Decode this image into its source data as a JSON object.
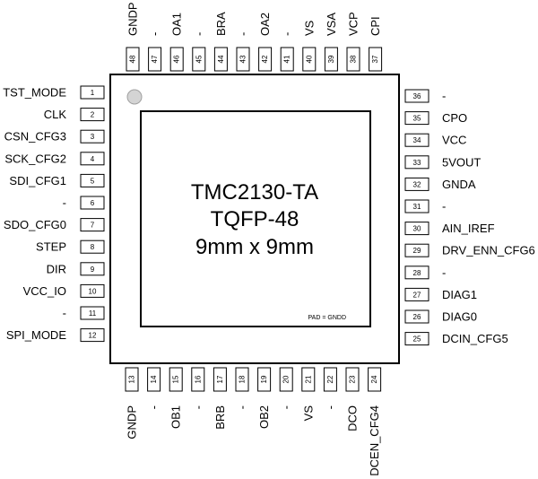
{
  "chip": {
    "title_line1": "TMC2130-TA",
    "title_line2": "TQFP-48",
    "title_line3": "9mm x 9mm",
    "pad_label": "PAD = GNDD"
  },
  "pins": {
    "left": [
      {
        "num": "1",
        "name": "TST_MODE"
      },
      {
        "num": "2",
        "name": "CLK"
      },
      {
        "num": "3",
        "name": "CSN_CFG3"
      },
      {
        "num": "4",
        "name": "SCK_CFG2"
      },
      {
        "num": "5",
        "name": "SDI_CFG1"
      },
      {
        "num": "6",
        "name": "-"
      },
      {
        "num": "7",
        "name": "SDO_CFG0"
      },
      {
        "num": "8",
        "name": "STEP"
      },
      {
        "num": "9",
        "name": "DIR"
      },
      {
        "num": "10",
        "name": "VCC_IO"
      },
      {
        "num": "11",
        "name": "-"
      },
      {
        "num": "12",
        "name": "SPI_MODE"
      }
    ],
    "bottom": [
      {
        "num": "13",
        "name": "GNDP"
      },
      {
        "num": "14",
        "name": "-"
      },
      {
        "num": "15",
        "name": "OB1"
      },
      {
        "num": "16",
        "name": "-"
      },
      {
        "num": "17",
        "name": "BRB"
      },
      {
        "num": "18",
        "name": "-"
      },
      {
        "num": "19",
        "name": "OB2"
      },
      {
        "num": "20",
        "name": "-"
      },
      {
        "num": "21",
        "name": "VS"
      },
      {
        "num": "22",
        "name": "-"
      },
      {
        "num": "23",
        "name": "DCO"
      },
      {
        "num": "24",
        "name": "DCEN_CFG4"
      }
    ],
    "right": [
      {
        "num": "36",
        "name": "-"
      },
      {
        "num": "35",
        "name": "CPO"
      },
      {
        "num": "34",
        "name": "VCC"
      },
      {
        "num": "33",
        "name": "5VOUT"
      },
      {
        "num": "32",
        "name": "GNDA"
      },
      {
        "num": "31",
        "name": "-"
      },
      {
        "num": "30",
        "name": "AIN_IREF"
      },
      {
        "num": "29",
        "name": "DRV_ENN_CFG6"
      },
      {
        "num": "28",
        "name": "-"
      },
      {
        "num": "27",
        "name": "DIAG1"
      },
      {
        "num": "26",
        "name": "DIAG0"
      },
      {
        "num": "25",
        "name": "DCIN_CFG5"
      }
    ],
    "top": [
      {
        "num": "48",
        "name": "GNDP"
      },
      {
        "num": "47",
        "name": "-"
      },
      {
        "num": "46",
        "name": "OA1"
      },
      {
        "num": "45",
        "name": "-"
      },
      {
        "num": "44",
        "name": "BRA"
      },
      {
        "num": "43",
        "name": "-"
      },
      {
        "num": "42",
        "name": "OA2"
      },
      {
        "num": "41",
        "name": "-"
      },
      {
        "num": "40",
        "name": "VS"
      },
      {
        "num": "39",
        "name": "VSA"
      },
      {
        "num": "38",
        "name": "VCP"
      },
      {
        "num": "37",
        "name": "CPI"
      }
    ]
  }
}
